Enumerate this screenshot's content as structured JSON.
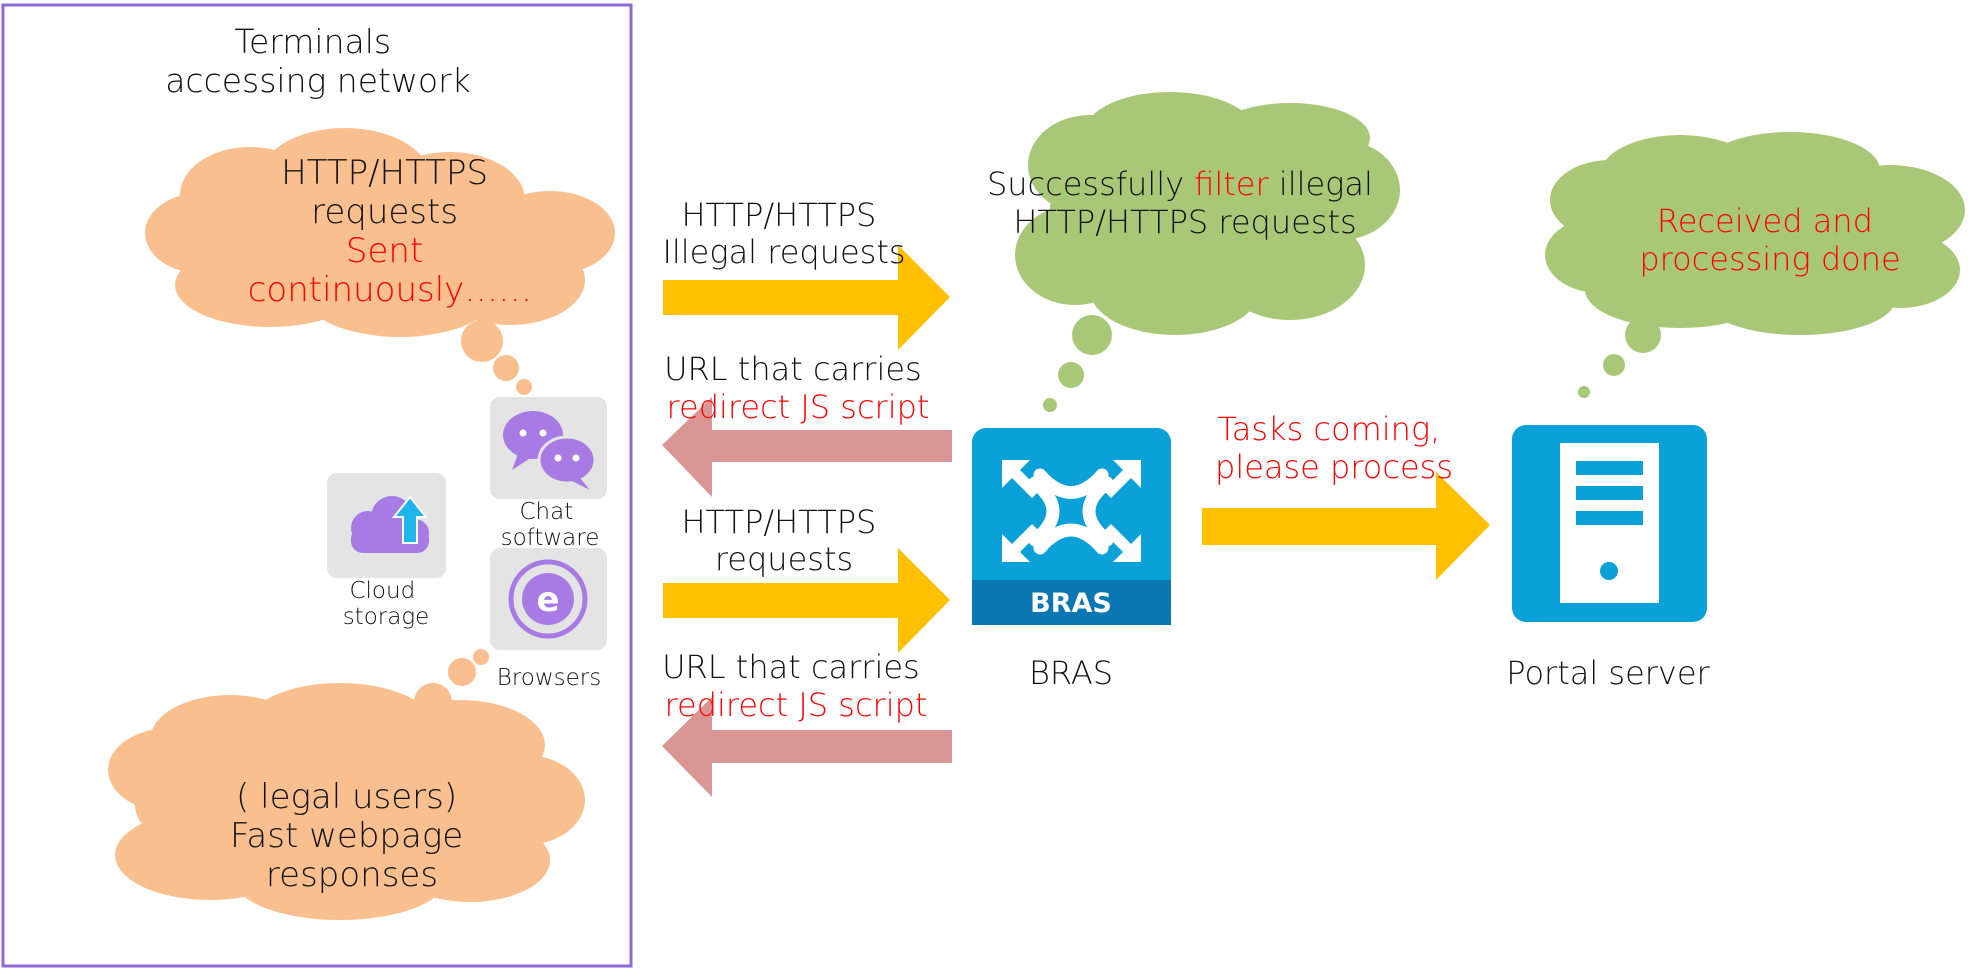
{
  "colors": {
    "frame": "#8f6ad8",
    "cloud_orange": "#f9bf8f",
    "cloud_green": "#a8c878",
    "arrow_yellow": "#ffc000",
    "arrow_pink": "#d99694",
    "device_blue": "#0aa0d8",
    "app_purple": "#a77be3",
    "text_red": "#ff0000"
  },
  "terminals": {
    "title_line1": "Terminals",
    "title_line2": "accessing network",
    "top_cloud": {
      "line1": "HTTP/HTTPS",
      "line2": "requests",
      "line3": "Sent",
      "line4": "continuously……"
    },
    "bottom_cloud": {
      "line1": "( legal users)",
      "line2": "Fast webpage",
      "line3": "responses"
    },
    "apps": [
      {
        "icon": "cloud-upload-icon",
        "label_line1": "Cloud",
        "label_line2": "storage"
      },
      {
        "icon": "chat-bubbles-icon",
        "label_line1": "Chat",
        "label_line2": "software"
      },
      {
        "icon": "browser-e-icon",
        "label_line1": "Browsers",
        "label_line2": ""
      }
    ]
  },
  "arrows": {
    "illegal_request": {
      "line1": "HTTP/HTTPS",
      "line2": "Illegal requests"
    },
    "redirect_1": {
      "line1": "URL that carries",
      "line2": "redirect JS script"
    },
    "legal_request": {
      "line1": "HTTP/HTTPS",
      "line2": "requests"
    },
    "redirect_2": {
      "line1": "URL that carries",
      "line2": "redirect JS script"
    },
    "to_portal": {
      "line1": "Tasks coming,",
      "line2": "please process"
    }
  },
  "bras": {
    "badge": "BRAS",
    "label": "BRAS",
    "cloud_line1_a": "Successfully ",
    "cloud_line1_b": "filter",
    "cloud_line1_c": " illegal",
    "cloud_line2": "HTTP/HTTPS requests"
  },
  "portal": {
    "label": "Portal server",
    "cloud_line1": "Received and",
    "cloud_line2": "processing done"
  }
}
